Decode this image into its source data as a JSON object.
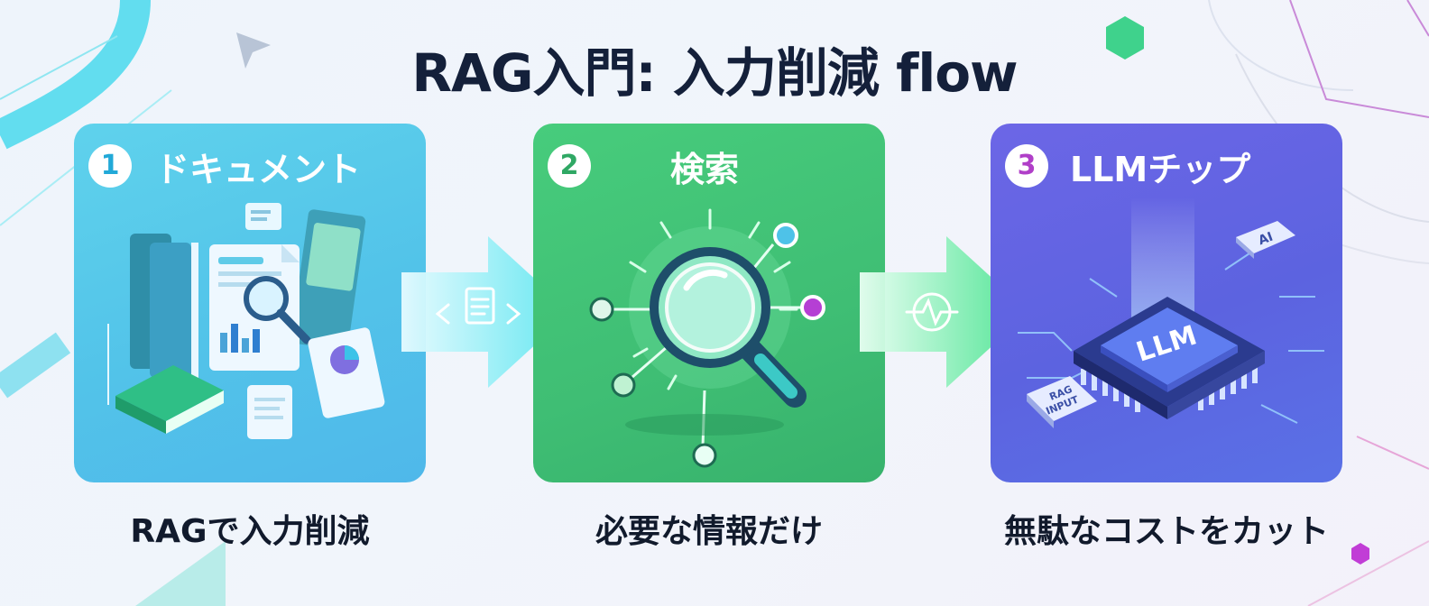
{
  "title": "RAG入門: 入力削減 flow",
  "steps": [
    {
      "number": "1",
      "label": "ドキュメント",
      "caption": "RAGで入力削減"
    },
    {
      "number": "2",
      "label": "検索",
      "caption": "必要な情報だけ"
    },
    {
      "number": "3",
      "label": "LLMチップ",
      "caption": "無駄なコストをカット"
    }
  ],
  "chip_labels": {
    "main": "LLM",
    "ai_tag": "AI",
    "rag_tag_line1": "RAG",
    "rag_tag_line2": "INPUT"
  },
  "colors": {
    "step1": "#52c3e9",
    "step2": "#3fbe74",
    "step3": "#5c63e0",
    "title_text": "#14203a",
    "caption_text": "#111a2c"
  },
  "icons": [
    "document-transfer-icon",
    "pulse-icon",
    "magnifier-icon",
    "chip-icon"
  ]
}
